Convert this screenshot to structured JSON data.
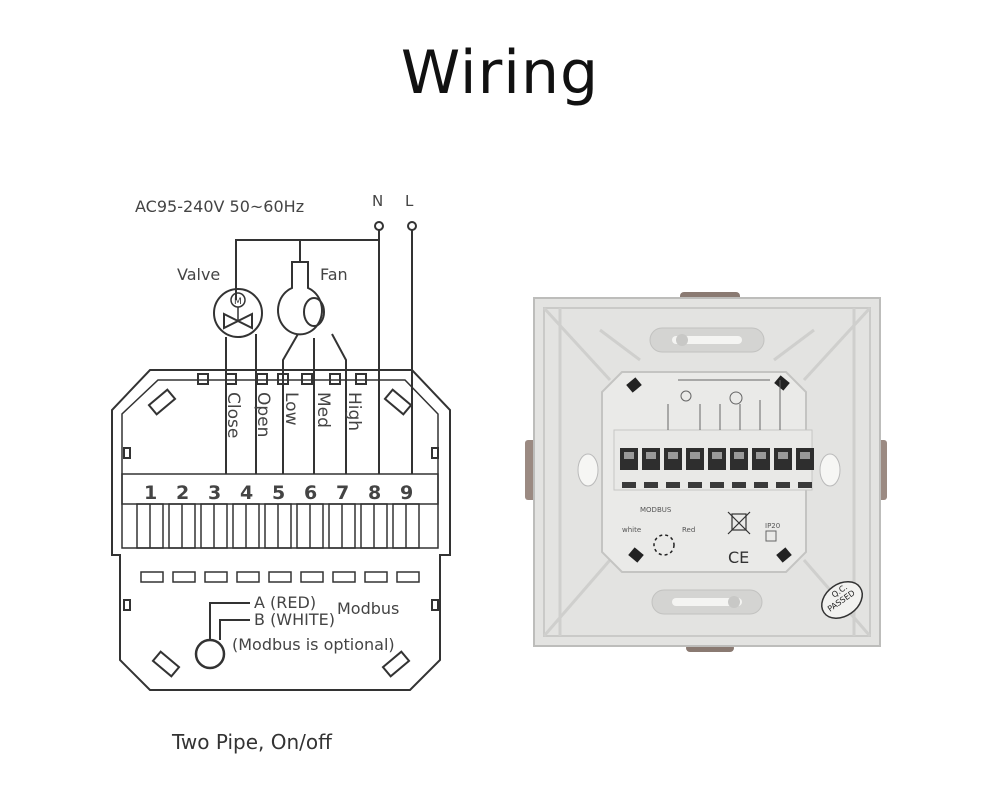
{
  "title": "Wiring",
  "supply": {
    "voltage": "AC95-240V  50~60Hz",
    "neutral": "N",
    "live": "L"
  },
  "loads": {
    "valve": "Valve",
    "valve_symbol": "M",
    "fan": "Fan"
  },
  "terminal_labels": [
    "Close",
    "Open",
    "Low",
    "Med",
    "High"
  ],
  "terminal_numbers": [
    "1",
    "2",
    "3",
    "4",
    "5",
    "6",
    "7",
    "8",
    "9"
  ],
  "modbus": {
    "a": "A (RED)",
    "b": "B (WHITE)",
    "label": "Modbus",
    "note": "(Modbus is optional)"
  },
  "caption": "Two Pipe, On/off",
  "photo": {
    "modbus_label": "MODBUS",
    "white": "white",
    "red": "Red",
    "ip": "IP20",
    "ce": "CE",
    "qc": "Q.C.",
    "passed": "PASSED"
  },
  "colors": {
    "line": "#333333",
    "device_face": "#e6e6e4",
    "accent": "#111111"
  }
}
